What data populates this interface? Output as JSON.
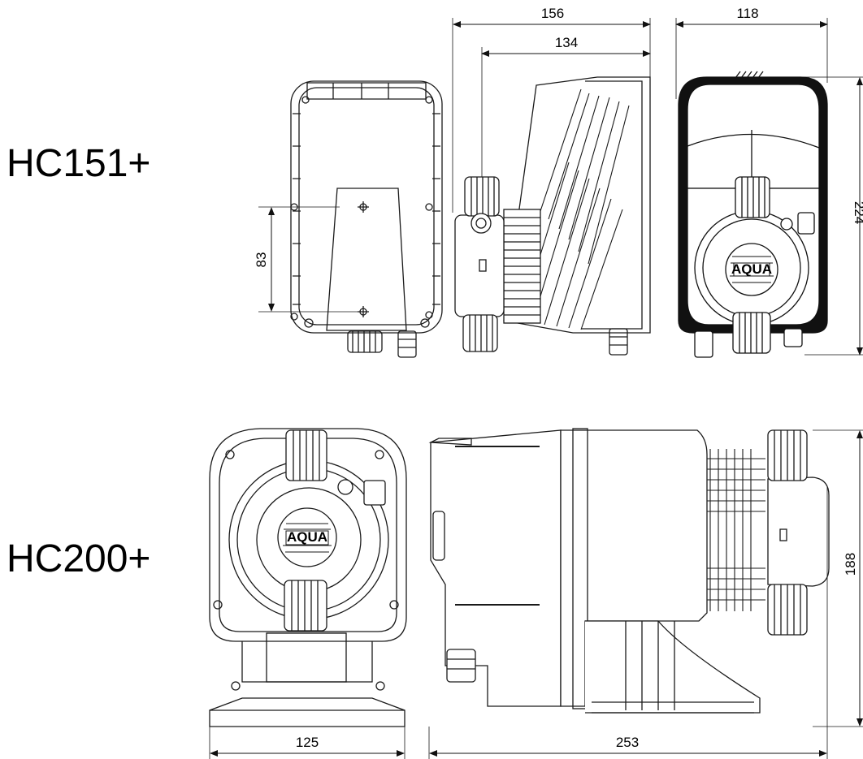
{
  "models": {
    "hc151": {
      "name": "HC151+"
    },
    "hc200": {
      "name": "HC200+"
    }
  },
  "dimensions": {
    "hc151_total_depth": "156",
    "hc151_body_depth": "134",
    "hc151_width": "118",
    "hc151_height": "224",
    "hc151_bracket_holes": "83",
    "hc200_width": "125",
    "hc200_depth": "253",
    "hc200_height": "188"
  },
  "logo_text": "AQUA",
  "colors": {
    "line": "#1a1a1a",
    "fill": "#ffffff",
    "dark": "#111111"
  }
}
